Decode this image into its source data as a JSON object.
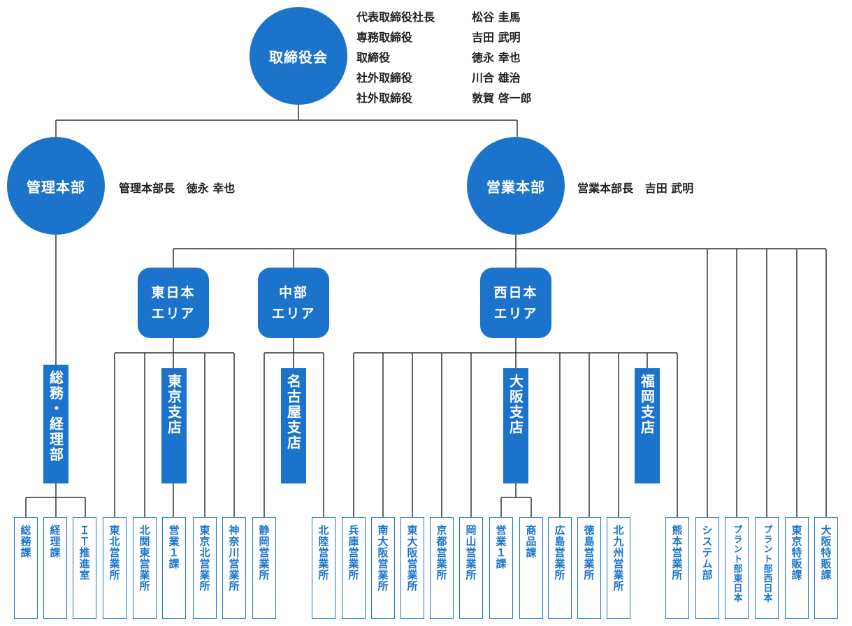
{
  "board": {
    "title": "取締役会",
    "members": [
      {
        "role": "代表取締役社長",
        "name": "松谷 圭馬"
      },
      {
        "role": "専務取締役",
        "name": "吉田 武明"
      },
      {
        "role": "取締役",
        "name": "徳永 幸也"
      },
      {
        "role": "社外取締役",
        "name": "川合 雄治"
      },
      {
        "role": "社外取締役",
        "name": "敦賀 啓一郎"
      }
    ]
  },
  "admin_hq": {
    "title": "管理本部",
    "head_role": "管理本部長",
    "head_name": "徳永 幸也"
  },
  "sales_hq": {
    "title": "営業本部",
    "head_role": "営業本部長",
    "head_name": "吉田 武明"
  },
  "areas": {
    "east": "東日本\nエリア",
    "central": "中部\nエリア",
    "west": "西日本\nエリア"
  },
  "departments": {
    "general_accounting": "総務・経理部",
    "tokyo_branch": "東京支店",
    "nagoya_branch": "名古屋支店",
    "osaka_branch": "大阪支店",
    "fukuoka_branch": "福岡支店"
  },
  "leaves": [
    "総務課",
    "経理課",
    "ＩＴ推進室",
    "東北営業所",
    "北関東営業所",
    "営業１課",
    "東京北営業所",
    "神奈川営業所",
    "静岡営業所",
    "北陸営業所",
    "兵庫営業所",
    "南大阪営業所",
    "東大阪営業所",
    "京都営業所",
    "岡山営業所",
    "営業１課",
    "商品課",
    "広島営業所",
    "徳島営業所",
    "北九州営業所",
    "熊本営業所",
    "システム部",
    "プラント部東日本",
    "プラント部西日本",
    "東京特販課",
    "大阪特販課"
  ],
  "colors": {
    "primary": "#1b73cc",
    "line": "#333333"
  }
}
